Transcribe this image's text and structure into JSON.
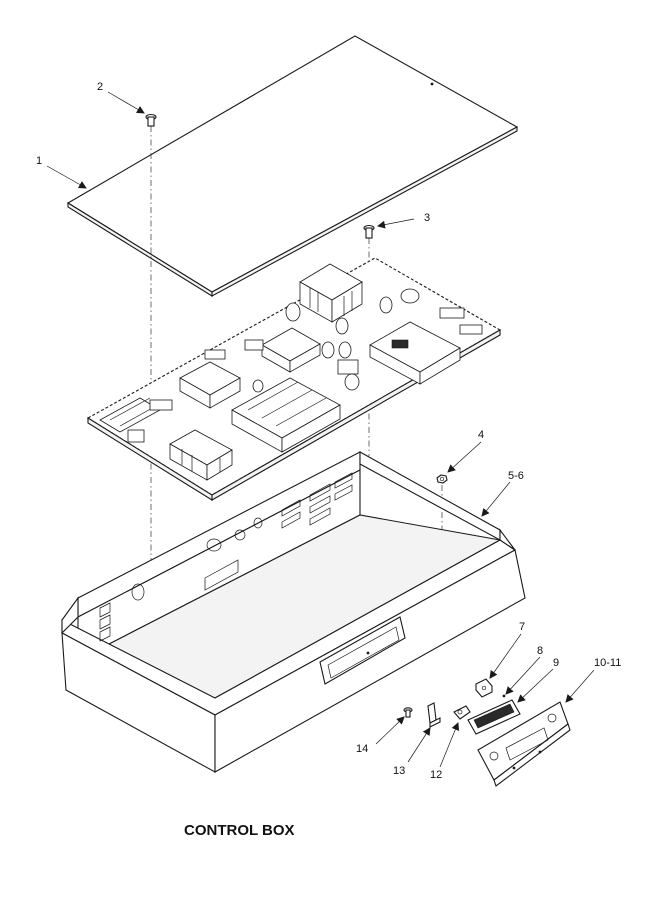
{
  "caption": "CONTROL BOX",
  "callouts": [
    {
      "id": "c1",
      "label": "1"
    },
    {
      "id": "c2",
      "label": "2"
    },
    {
      "id": "c3",
      "label": "3"
    },
    {
      "id": "c4",
      "label": "4"
    },
    {
      "id": "c5",
      "label": "5-6"
    },
    {
      "id": "c7",
      "label": "7"
    },
    {
      "id": "c8",
      "label": "8"
    },
    {
      "id": "c9",
      "label": "9"
    },
    {
      "id": "c10",
      "label": "10-11"
    },
    {
      "id": "c12",
      "label": "12"
    },
    {
      "id": "c13",
      "label": "13"
    },
    {
      "id": "c14",
      "label": "14"
    }
  ]
}
